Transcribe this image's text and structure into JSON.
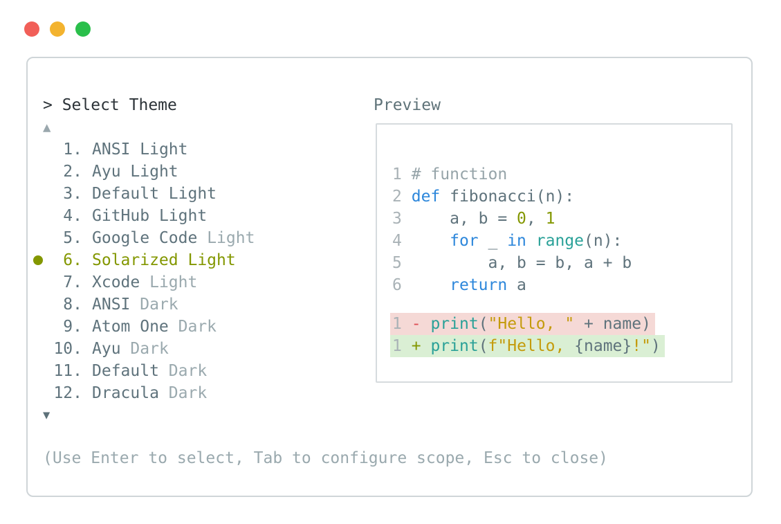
{
  "window": {
    "traffic_lights": [
      {
        "name": "close",
        "color": "#f15f58"
      },
      {
        "name": "minimize",
        "color": "#f3b32f"
      },
      {
        "name": "zoom",
        "color": "#2abf4b"
      }
    ]
  },
  "colors": {
    "slate": "#5f737c",
    "dim": "#9aa9ae",
    "olive": "#839700",
    "blue": "#2d87db",
    "teal": "#2aa198",
    "gold": "#c49b0b",
    "red": "#dd4f56",
    "removed_bg": "#f5d9d6",
    "added_bg": "#daefd4"
  },
  "prompt": "> Select Theme",
  "scroll_up_icon": "▲",
  "scroll_down_icon": "▼",
  "preview_label": "Preview",
  "footer_hint": "(Use Enter to select, Tab to configure scope, Esc to close)",
  "themes": [
    {
      "num": "1.",
      "name": "ANSI",
      "variant": "Light",
      "variant_dim": false,
      "selected": false
    },
    {
      "num": "2.",
      "name": "Ayu",
      "variant": "Light",
      "variant_dim": false,
      "selected": false
    },
    {
      "num": "3.",
      "name": "Default",
      "variant": "Light",
      "variant_dim": false,
      "selected": false
    },
    {
      "num": "4.",
      "name": "GitHub",
      "variant": "Light",
      "variant_dim": false,
      "selected": false
    },
    {
      "num": "5.",
      "name": "Google Code",
      "variant": "Light",
      "variant_dim": true,
      "selected": false
    },
    {
      "num": "6.",
      "name": "Solarized",
      "variant": "Light",
      "variant_dim": false,
      "selected": true
    },
    {
      "num": "7.",
      "name": "Xcode",
      "variant": "Light",
      "variant_dim": true,
      "selected": false
    },
    {
      "num": "8.",
      "name": "ANSI",
      "variant": "Dark",
      "variant_dim": true,
      "selected": false
    },
    {
      "num": "9.",
      "name": "Atom One",
      "variant": "Dark",
      "variant_dim": true,
      "selected": false
    },
    {
      "num": "10.",
      "name": "Ayu",
      "variant": "Dark",
      "variant_dim": true,
      "selected": false
    },
    {
      "num": "11.",
      "name": "Default",
      "variant": "Dark",
      "variant_dim": true,
      "selected": false
    },
    {
      "num": "12.",
      "name": "Dracula",
      "variant": "Dark",
      "variant_dim": true,
      "selected": false
    }
  ],
  "preview_code": {
    "lines": [
      {
        "tokens": [
          [
            "1",
            "lineno"
          ],
          [
            " ",
            "plain"
          ],
          [
            "# function",
            "comment"
          ]
        ]
      },
      {
        "tokens": [
          [
            "2",
            "lineno"
          ],
          [
            " ",
            "plain"
          ],
          [
            "def",
            "kw"
          ],
          [
            " fibonacci(n):",
            "plain"
          ]
        ]
      },
      {
        "tokens": [
          [
            "3",
            "lineno"
          ],
          [
            " ",
            "plain"
          ],
          [
            "    a, b = ",
            "plain"
          ],
          [
            "0",
            "num"
          ],
          [
            ", ",
            "plain"
          ],
          [
            "1",
            "num"
          ]
        ]
      },
      {
        "tokens": [
          [
            "4",
            "lineno"
          ],
          [
            " ",
            "plain"
          ],
          [
            "    ",
            "plain"
          ],
          [
            "for",
            "kw"
          ],
          [
            " _ ",
            "plain"
          ],
          [
            "in",
            "kw"
          ],
          [
            " ",
            "plain"
          ],
          [
            "range",
            "fn"
          ],
          [
            "(n):",
            "plain"
          ]
        ]
      },
      {
        "tokens": [
          [
            "5",
            "lineno"
          ],
          [
            " ",
            "plain"
          ],
          [
            "        a, b = b, a + b",
            "plain"
          ]
        ]
      },
      {
        "tokens": [
          [
            "6",
            "lineno"
          ],
          [
            " ",
            "plain"
          ],
          [
            "    ",
            "plain"
          ],
          [
            "return",
            "kw"
          ],
          [
            " a",
            "plain"
          ]
        ]
      }
    ]
  },
  "diff": {
    "lines": [
      {
        "kind": "removed",
        "tokens": [
          [
            "1",
            "lineno"
          ],
          [
            " ",
            "plain"
          ],
          [
            "-",
            "red"
          ],
          [
            " ",
            "plain"
          ],
          [
            "print",
            "fn"
          ],
          [
            "(",
            "plain"
          ],
          [
            "\"Hello, \"",
            "str"
          ],
          [
            " + name)",
            "plain"
          ]
        ]
      },
      {
        "kind": "added",
        "tokens": [
          [
            "1",
            "lineno"
          ],
          [
            " ",
            "plain"
          ],
          [
            "+",
            "green"
          ],
          [
            " ",
            "plain"
          ],
          [
            "print",
            "fn"
          ],
          [
            "(",
            "plain"
          ],
          [
            "f\"Hello, ",
            "str"
          ],
          [
            "{name}",
            "plain"
          ],
          [
            "!\"",
            "str"
          ],
          [
            ")",
            "plain"
          ]
        ]
      }
    ]
  }
}
